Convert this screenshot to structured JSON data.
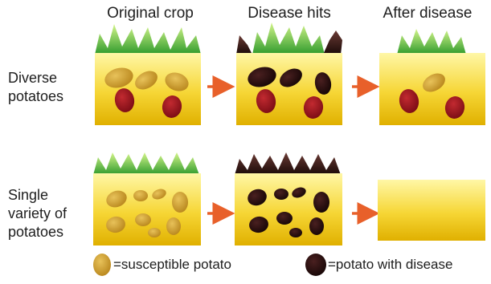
{
  "columns": {
    "original": "Original crop",
    "disease": "Disease hits",
    "after": "After disease"
  },
  "rows": {
    "diverse": [
      "Diverse",
      "potatoes"
    ],
    "single": [
      "Single",
      "variety of",
      "potatoes"
    ]
  },
  "legend": {
    "susceptible": "=susceptible potato",
    "diseased": "=potato with disease"
  },
  "colors": {
    "soil_light": "#fff6a0",
    "soil_dark": "#e2b400",
    "leaf_light": "#c9f07a",
    "leaf_dark": "#2f9a2c",
    "leaf_dead": "#2a1512",
    "potato_susceptible": "#c99a2a",
    "potato_resistant": "#9a1420",
    "potato_diseased": "#2a0e0e",
    "arrow": "#e8602a"
  },
  "icons": [
    "right-arrow-icon",
    "leaf-icon",
    "potato-icon"
  ]
}
